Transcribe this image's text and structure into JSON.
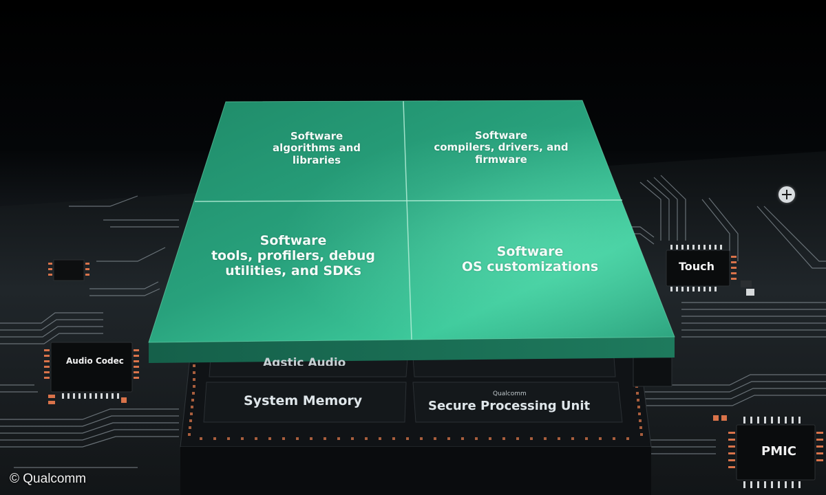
{
  "tile": {
    "q1": [
      "Software",
      "algorithms and",
      "libraries"
    ],
    "q2": [
      "Software",
      "compilers, drivers, and",
      "firmware"
    ],
    "q3": [
      "Software",
      "tools, profilers, debug",
      "utilities, and SDKs"
    ],
    "q4": [
      "Software",
      "OS customizations"
    ]
  },
  "chips": {
    "audio_codec": "Audio Codec",
    "touch": "Touch",
    "pmic": "PMIC"
  },
  "soc": {
    "aqstic": "Aqstic Audio",
    "system_memory": "System Memory",
    "spu_brand": "Qualcomm",
    "spu": "Secure Processing Unit"
  },
  "credit": "© Qualcomm",
  "colors": {
    "tile_green": "#2fae86",
    "tile_edge": "#1a6b52",
    "board": "#1b2024",
    "pad_orange": "#d9734a"
  },
  "icons": [
    "plus-icon"
  ]
}
